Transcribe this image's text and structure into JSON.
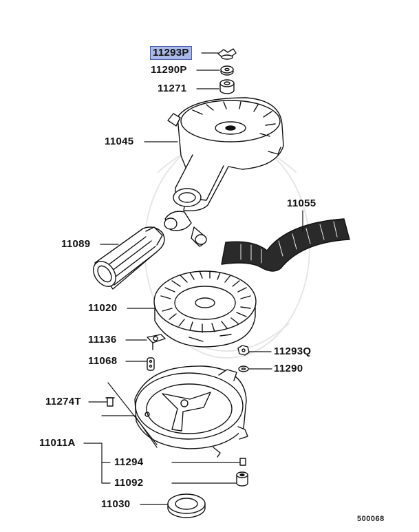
{
  "labels": {
    "p11293P": "11293P",
    "p11290P": "11290P",
    "p11271": "11271",
    "p11045": "11045",
    "p11055": "11055",
    "p11089": "11089",
    "p11020": "11020",
    "p11136": "11136",
    "p11293Q": "11293Q",
    "p11068": "11068",
    "p11290": "11290",
    "p11274T": "11274T",
    "p11011A": "11011A",
    "p11294": "11294",
    "p11092": "11092",
    "p11030": "11030"
  },
  "diagram_code": "500068",
  "colors": {
    "highlight": "#a9b8e6",
    "ink": "#111111"
  }
}
